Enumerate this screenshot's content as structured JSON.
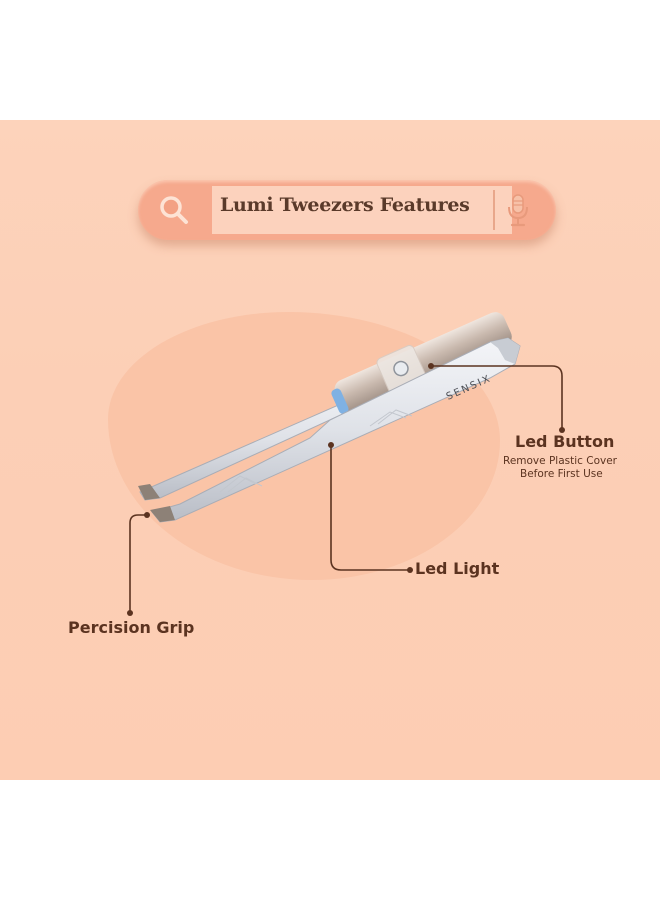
{
  "search_bar": {
    "text": "Lumi Tweezers Features",
    "left_icon": "search-icon",
    "right_icon": "microphone-icon"
  },
  "product": {
    "brand": "SENSIX",
    "name": "Lumi Tweezers"
  },
  "callouts": [
    {
      "title": "Led Button",
      "subtitle_line1": "Remove Plastic Cover",
      "subtitle_line2": "Before First Use"
    },
    {
      "title": "Led Light"
    },
    {
      "title": "Percision Grip"
    }
  ],
  "colors": {
    "background": "#fdd0b7",
    "blob": "#f9c2a5",
    "search_pill": "#f6a98d",
    "search_field": "#fcd2bd",
    "text_dark_brown": "#5b3320"
  }
}
